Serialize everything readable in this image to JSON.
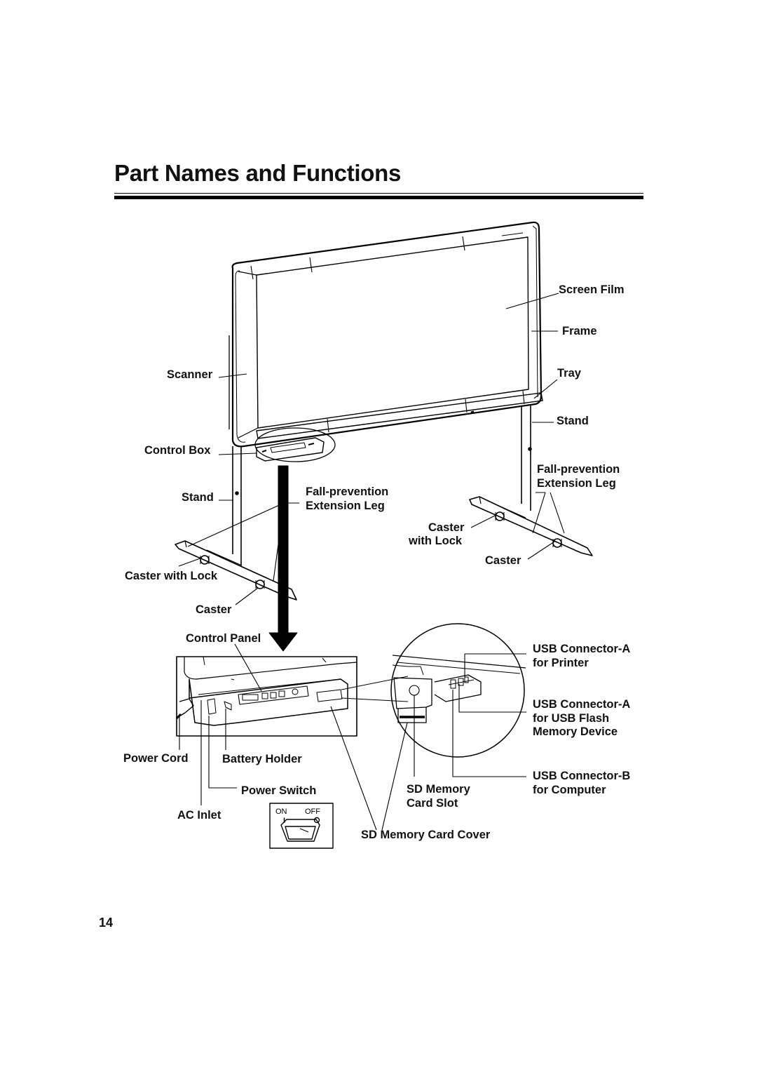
{
  "page": {
    "title": "Part Names and Functions",
    "page_number": "14"
  },
  "labels": {
    "screen_film": "Screen Film",
    "frame": "Frame",
    "tray": "Tray",
    "stand_right": "Stand",
    "fall_prevention_right": "Fall-prevention",
    "extension_leg_right": "Extension Leg",
    "scanner": "Scanner",
    "control_box": "Control Box",
    "stand_left": "Stand",
    "fall_prevention_center": "Fall-prevention",
    "extension_leg_center": "Extension Leg",
    "caster_with_lock_right_1": "Caster",
    "caster_with_lock_right_2": "with Lock",
    "caster_right": "Caster",
    "caster_with_lock_left": "Caster with Lock",
    "caster_left": "Caster",
    "control_panel": "Control Panel",
    "usb_a_printer_1": "USB Connector-A",
    "usb_a_printer_2": "for Printer",
    "usb_a_flash_1": "USB Connector-A",
    "usb_a_flash_2": "for USB Flash",
    "usb_a_flash_3": "Memory Device",
    "power_cord": "Power Cord",
    "battery_holder": "Battery Holder",
    "power_switch": "Power Switch",
    "ac_inlet": "AC Inlet",
    "sd_memory_card_slot_1": "SD Memory",
    "sd_memory_card_slot_2": "Card Slot",
    "usb_b_computer_1": "USB Connector-B",
    "usb_b_computer_2": "for Computer",
    "sd_memory_card_cover": "SD Memory Card Cover"
  },
  "switch_icon": {
    "on_label": "ON",
    "off_label": "OFF",
    "on_symbol": "I",
    "off_symbol": "O"
  },
  "icons": [
    "electronic-whiteboard-illustration",
    "down-arrow-icon",
    "power-switch-icon"
  ]
}
